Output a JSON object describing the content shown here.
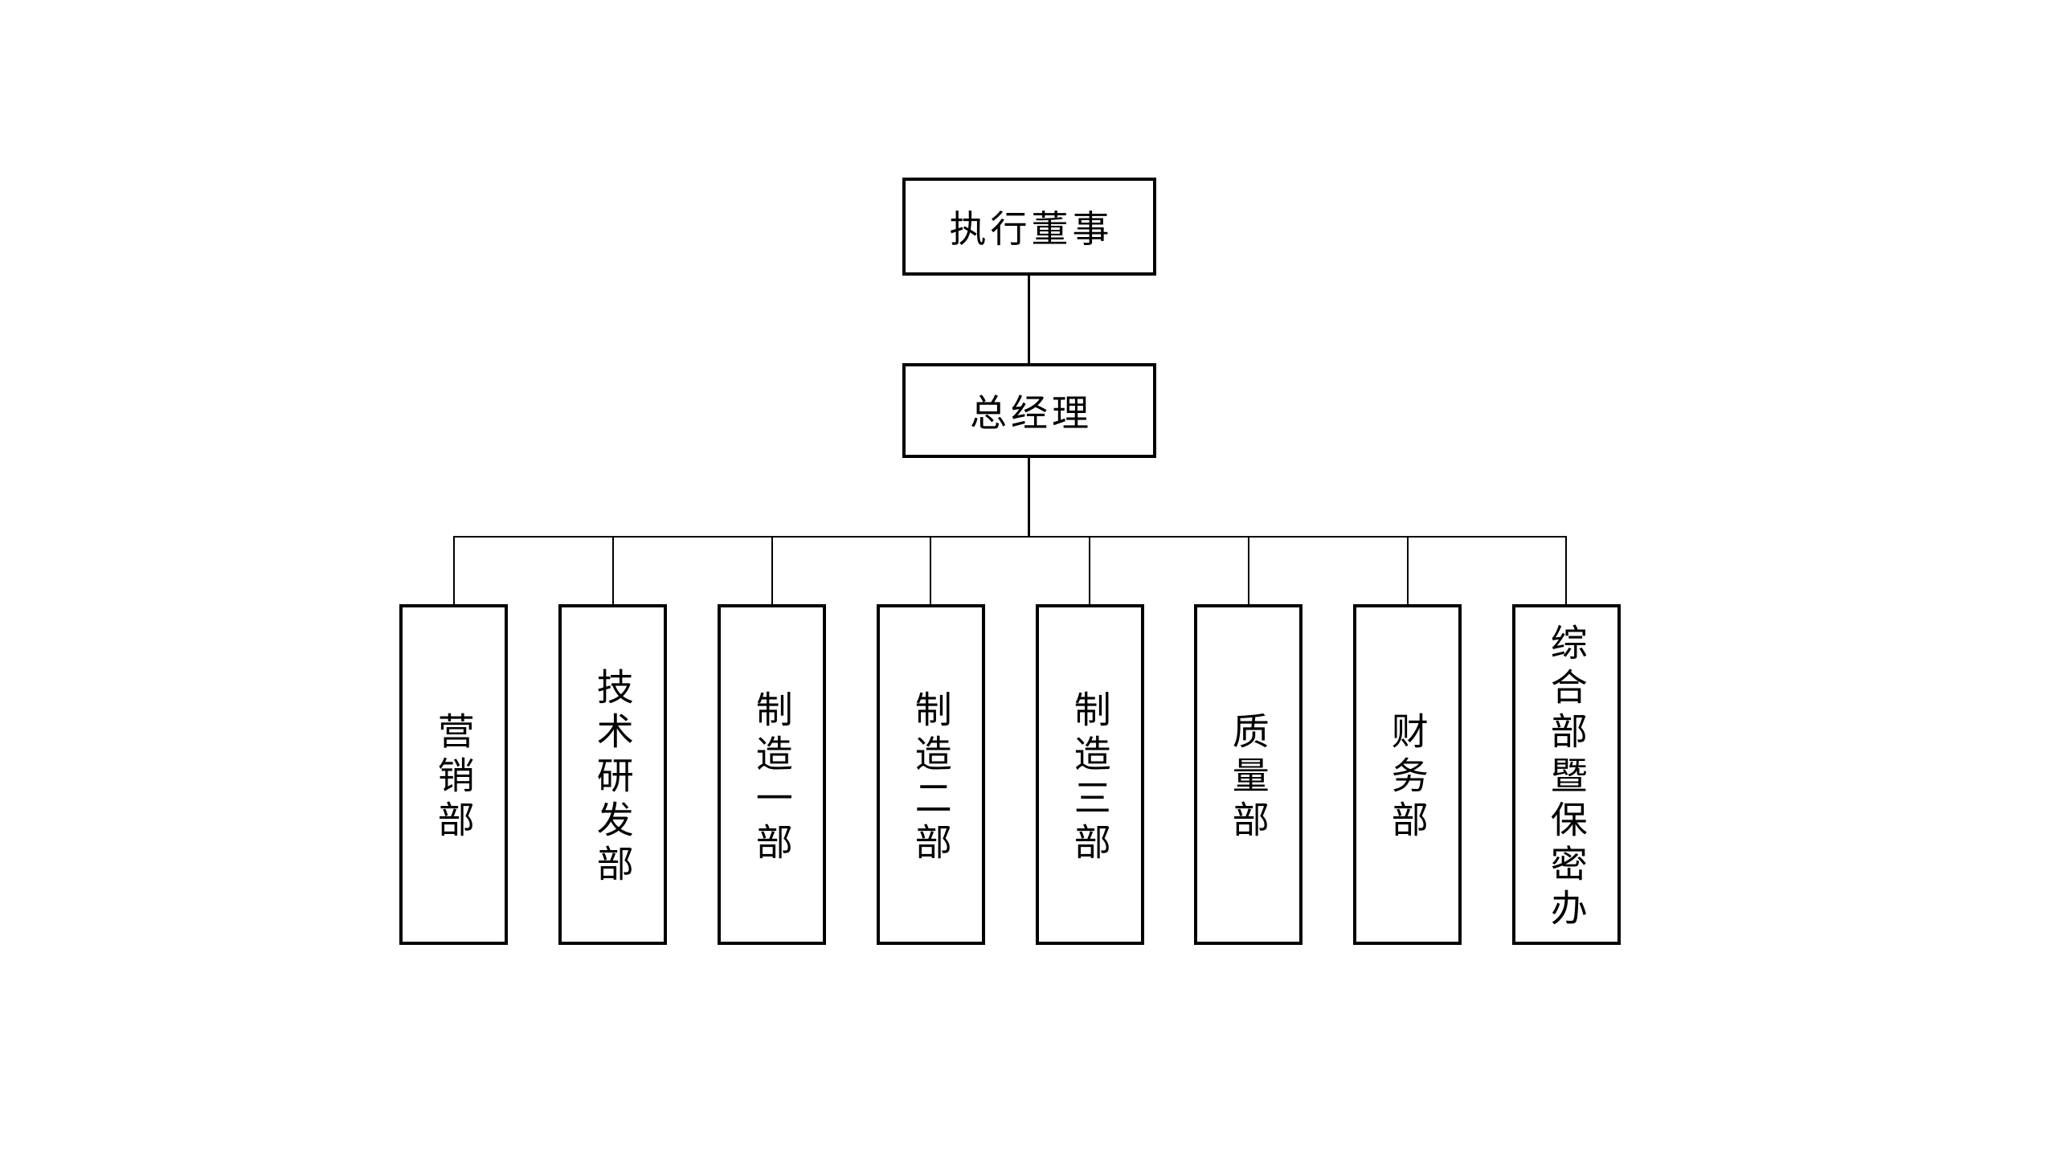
{
  "org_chart": {
    "root": {
      "label": "执行董事"
    },
    "general_manager": {
      "label": "总经理"
    },
    "departments": [
      {
        "label": "营销部"
      },
      {
        "label": "技术研发部"
      },
      {
        "label": "制造一部"
      },
      {
        "label": "制造二部"
      },
      {
        "label": "制造三部"
      },
      {
        "label": "质量部"
      },
      {
        "label": "财务部"
      },
      {
        "label": "综合部暨保密办"
      }
    ],
    "colors": {
      "line": "#000000",
      "text": "#000000",
      "background": "#ffffff"
    }
  }
}
